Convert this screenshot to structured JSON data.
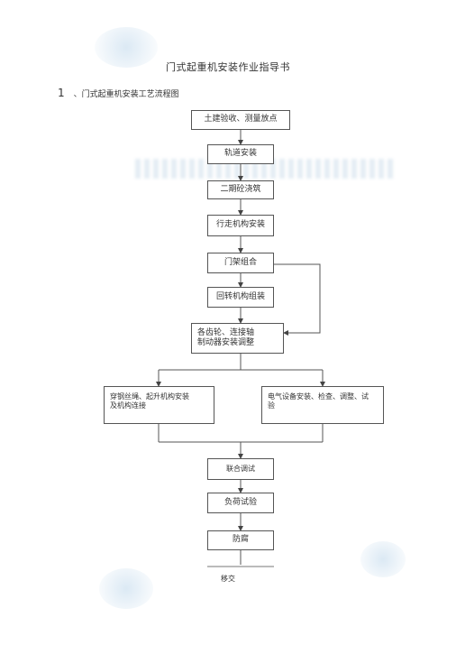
{
  "document": {
    "title": "门式起重机安装作业指导书",
    "section": {
      "number": "1",
      "title": "、门式起重机安装工艺流程图"
    }
  },
  "flowchart": {
    "steps": [
      "土建验收、测量放点",
      "轨道安装",
      "二期砼浇筑",
      "行走机构安装",
      "门架组合",
      "回转机构组装",
      "各齿轮、连接轴\n制动器安装调整",
      "联合调试",
      "负荷试验",
      "防腐"
    ],
    "branch_left": "穿钢丝绳、起升机构安装\n及机构连接",
    "branch_right": "电气设备安装、检查、调整、试\n验",
    "final": "移交"
  }
}
